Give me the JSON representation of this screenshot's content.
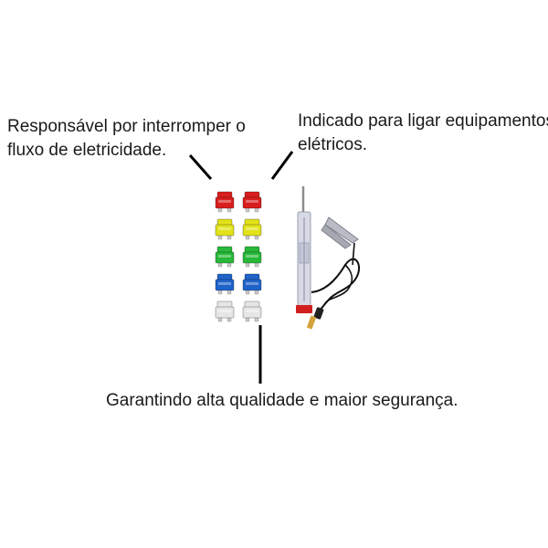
{
  "captions": {
    "left": [
      "Responsável por interromper o",
      "fluxo de eletricidade."
    ],
    "right": [
      "Indicado para ligar equipamentos",
      "elétricos."
    ],
    "bottom": "Garantindo alta qualidade e maior segurança."
  },
  "fuses": {
    "rows": [
      {
        "color": "red",
        "fill": "#d81e1e",
        "count": 2
      },
      {
        "color": "yellow",
        "fill": "#e2e21a",
        "count": 2
      },
      {
        "color": "green",
        "fill": "#28b83a",
        "count": 2
      },
      {
        "color": "blue",
        "fill": "#1f63c9",
        "count": 2
      },
      {
        "color": "clear",
        "fill": "#e6e6e6",
        "count": 2
      }
    ]
  },
  "tester": {
    "body_color": "#d7d9e4",
    "cap_color": "#d11f1f",
    "plug_color": "#d4a33a",
    "wire_color": "#111111"
  }
}
